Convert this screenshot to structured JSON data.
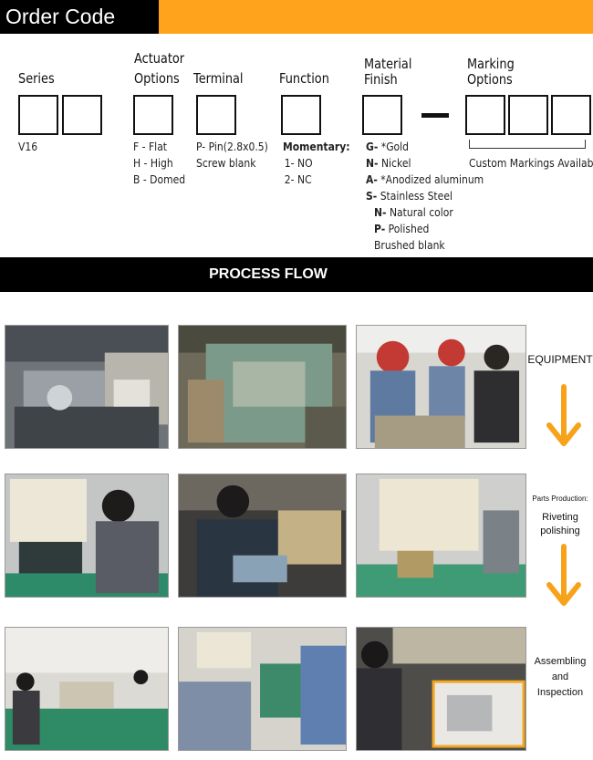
{
  "header": {
    "title": "Order Code",
    "accent_color": "#ffa21c"
  },
  "order_code": {
    "series": {
      "heading": "Series",
      "value": "V16"
    },
    "actuator": {
      "heading_1": "Actuator",
      "heading_2": "Options",
      "options": [
        "F - Flat",
        "H - High",
        "B - Domed"
      ]
    },
    "terminal": {
      "heading": "Terminal",
      "options": [
        "P- Pin(2.8x0.5)",
        "Screw blank"
      ]
    },
    "function": {
      "heading": "Function",
      "subheading": "Momentary:",
      "options": [
        "1-  NO",
        "2-  NC"
      ]
    },
    "material": {
      "heading_1": "Material",
      "heading_2": "Finish",
      "options": [
        {
          "code": "G-",
          "text": " *Gold"
        },
        {
          "code": "N-",
          "text": " Nickel"
        },
        {
          "code": "A-",
          "text": " *Anodized aluminum"
        },
        {
          "code": "S-",
          "text": " Stainless Steel"
        },
        {
          "code": "N-",
          "text": " Natural color"
        },
        {
          "code": "P-",
          "text": " Polished"
        },
        {
          "code": "",
          "text": "Brushed blank"
        }
      ]
    },
    "marking": {
      "heading_1": "Marking",
      "heading_2": "Options",
      "note": "Custom Markings Available"
    }
  },
  "process_flow": {
    "title": "PROCESS FLOW",
    "stages": [
      {
        "label_lines": [
          "EQUIPMENT"
        ]
      },
      {
        "small_label": "Parts Production:",
        "label_lines": [
          "Riveting",
          "polishing"
        ]
      },
      {
        "label_lines": [
          "Assembling",
          "and",
          "Inspection"
        ]
      }
    ],
    "arrow_color": "#f7a21b"
  }
}
